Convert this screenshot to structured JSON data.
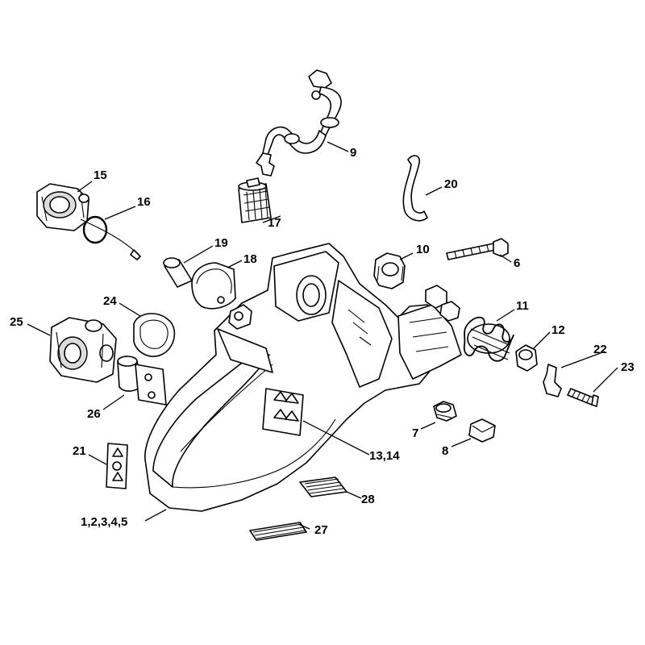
{
  "callouts": {
    "c9": "9",
    "c15": "15",
    "c16": "16",
    "c17": "17",
    "c20": "20",
    "c19": "19",
    "c18": "18",
    "c10": "10",
    "c6": "6",
    "c24": "24",
    "c25": "25",
    "c11": "11",
    "c12": "12",
    "c22": "22",
    "c23": "23",
    "c26": "26",
    "c7": "7",
    "c8": "8",
    "c21": "21",
    "c13_14": "13,14",
    "c28": "28",
    "c1_5": "1,2,3,4,5",
    "c27": "27"
  },
  "colors": {
    "line": "#000000",
    "background": "#ffffff",
    "shade": "#dcdcdc"
  }
}
